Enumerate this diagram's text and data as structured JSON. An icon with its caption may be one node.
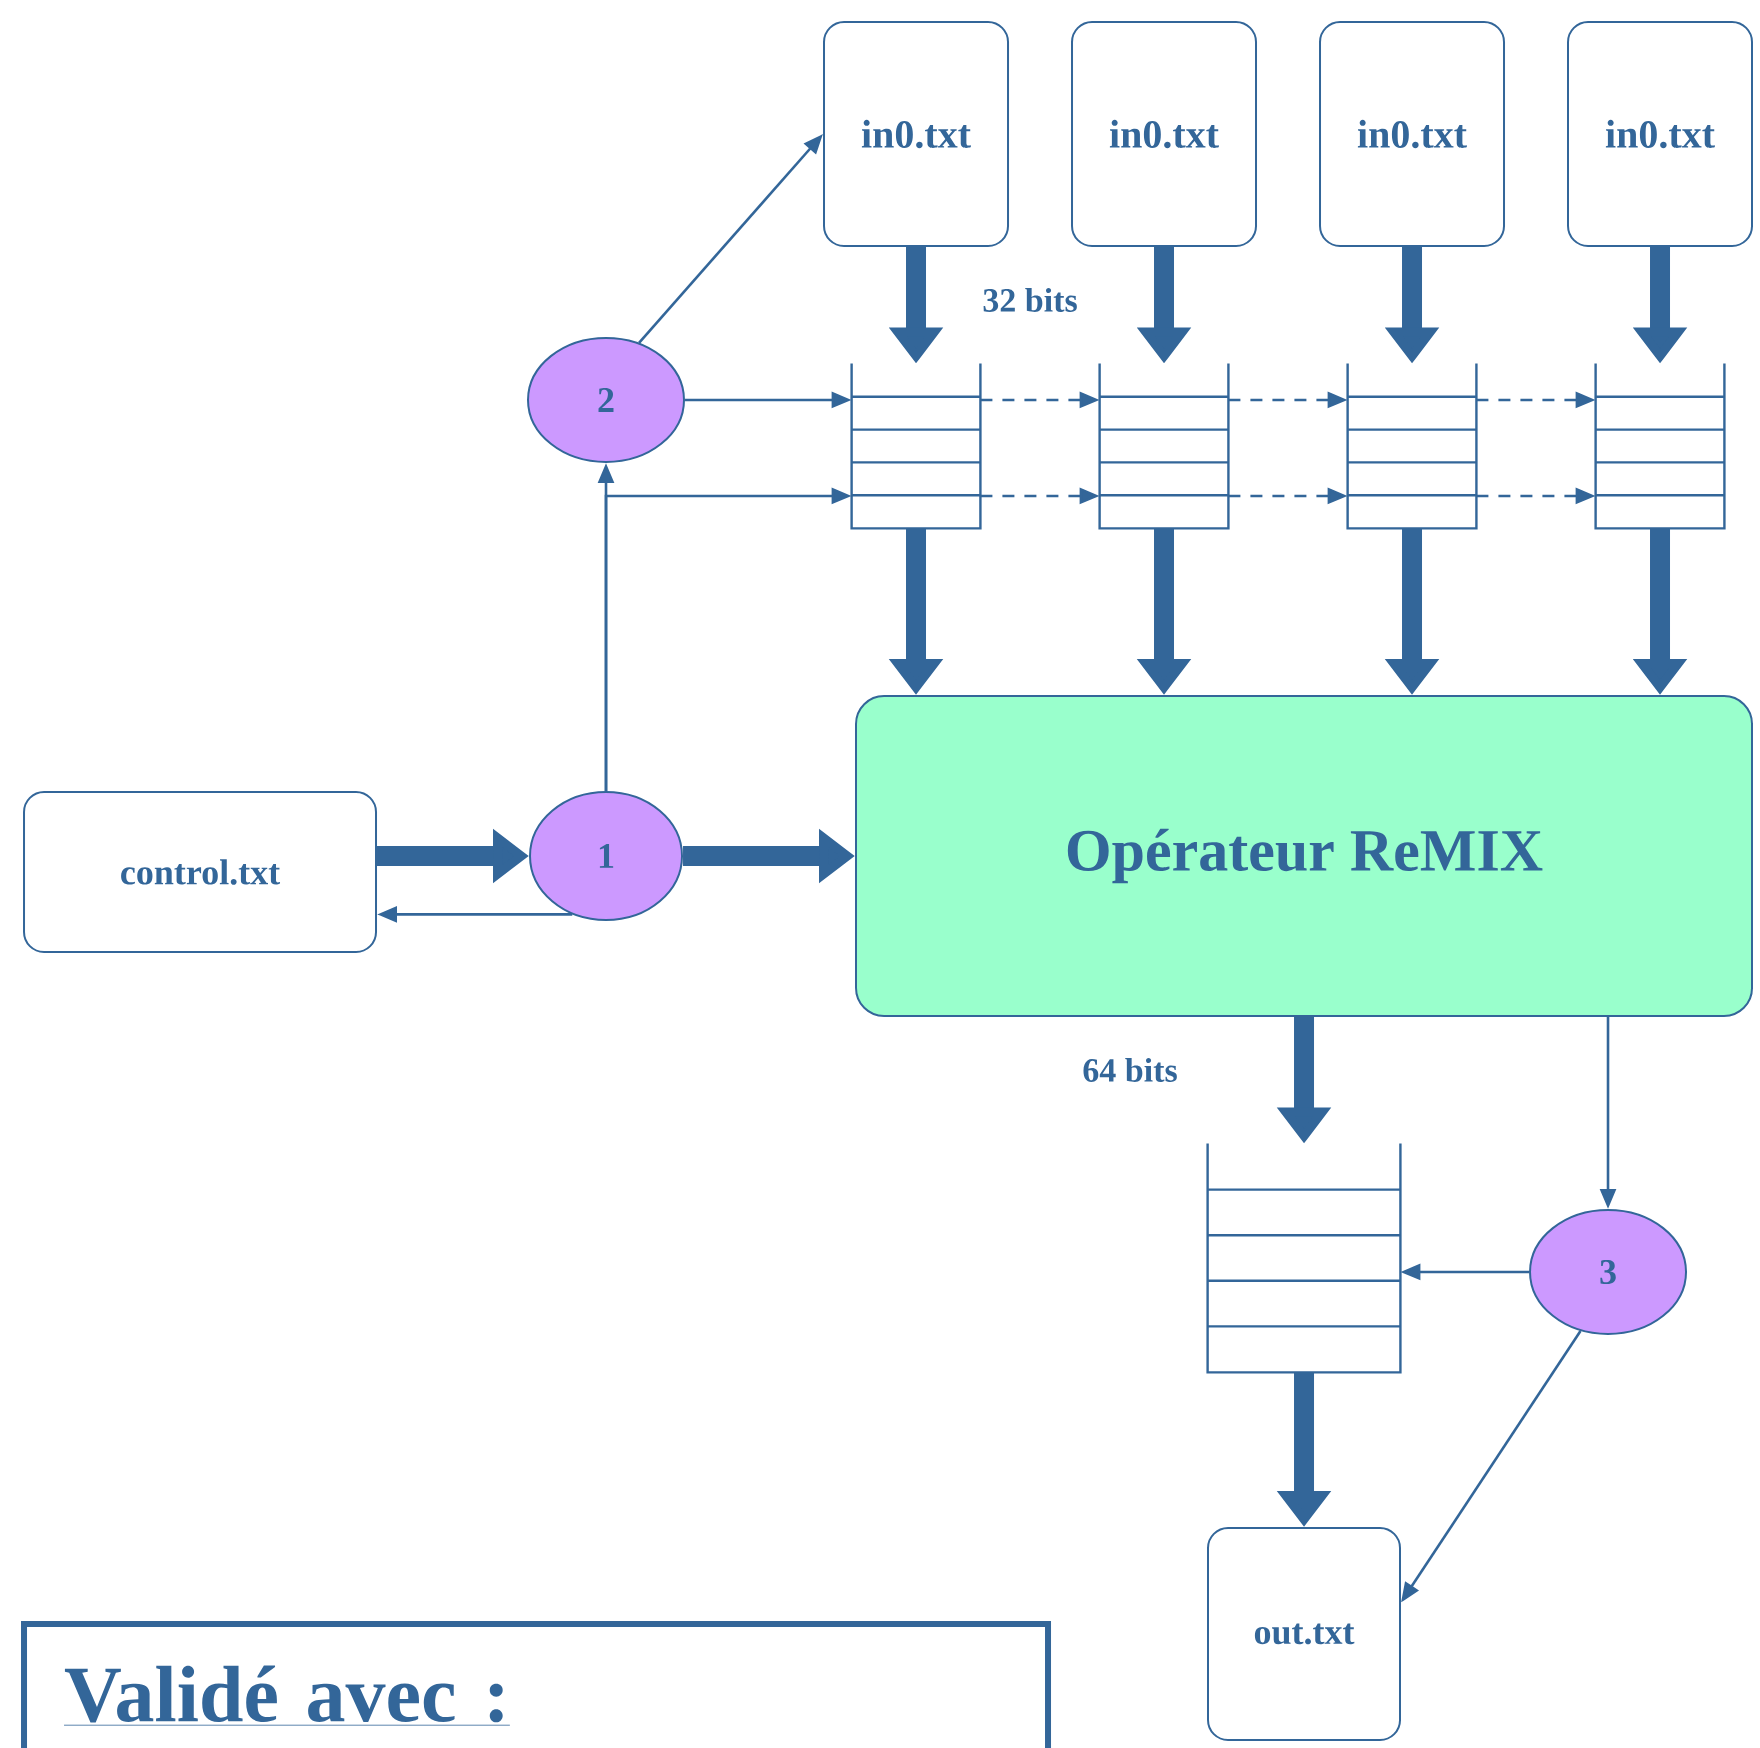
{
  "diagram": {
    "nodes": [
      {
        "text": [
          "control.txt"
        ]
      },
      {
        "text": [
          "1"
        ]
      },
      {
        "text": [
          "2"
        ]
      },
      {
        "text": [
          "in0.txt"
        ]
      },
      {
        "text": [
          "in0.txt"
        ]
      },
      {
        "text": [
          "in0.txt"
        ]
      },
      {
        "text": [
          "in0.txt"
        ]
      },
      {
        "text": [],
        "shape": "box"
      },
      {
        "text": [],
        "shape": "box"
      },
      {
        "text": [],
        "shape": "box"
      },
      {
        "text": [],
        "shape": "box"
      },
      {
        "text": [
          "Opérateur ReMIX"
        ]
      },
      {
        "text": [],
        "shape": "box"
      },
      {
        "text": [
          "3"
        ]
      },
      {
        "text": [
          "out.txt"
        ]
      },
      {
        "text": [
          "Validé avec :"
        ]
      }
    ],
    "edges": [
      {
        "from": 0,
        "to": 1,
        "arrow": "to",
        "style": "thick"
      },
      {
        "from": 1,
        "to": 0,
        "arrow": "to"
      },
      {
        "from": 1,
        "to": 11,
        "arrow": "to",
        "style": "thick"
      },
      {
        "from": 1,
        "to": 2,
        "arrow": "to"
      },
      {
        "from": 1,
        "to": 7,
        "arrow": "to"
      },
      {
        "from": 2,
        "to": 3,
        "arrow": "to"
      },
      {
        "from": 2,
        "to": 7,
        "arrow": "to"
      },
      {
        "from": 7,
        "to": 8,
        "arrow": "to",
        "style": "dashed"
      },
      {
        "from": 7,
        "to": 8,
        "arrow": "to",
        "style": "dashed"
      },
      {
        "from": 8,
        "to": 9,
        "arrow": "to",
        "style": "dashed"
      },
      {
        "from": 8,
        "to": 9,
        "arrow": "to",
        "style": "dashed"
      },
      {
        "from": 9,
        "to": 10,
        "arrow": "to",
        "style": "dashed"
      },
      {
        "from": 9,
        "to": 10,
        "arrow": "to",
        "style": "dashed"
      },
      {
        "from": 3,
        "to": 7,
        "arrow": "to",
        "style": "thick"
      },
      {
        "from": 4,
        "to": 8,
        "arrow": "to",
        "style": "thick"
      },
      {
        "from": 5,
        "to": 9,
        "arrow": "to",
        "style": "thick"
      },
      {
        "from": 6,
        "to": 10,
        "arrow": "to",
        "style": "thick"
      },
      {
        "from": 7,
        "to": 11,
        "arrow": "to",
        "style": "thick"
      },
      {
        "from": 8,
        "to": 11,
        "arrow": "to",
        "style": "thick"
      },
      {
        "from": 9,
        "to": 11,
        "arrow": "to",
        "style": "thick"
      },
      {
        "from": 10,
        "to": 11,
        "arrow": "to",
        "style": "thick"
      },
      {
        "from": 11,
        "to": 12,
        "arrow": "to",
        "style": "thick"
      },
      {
        "from": 11,
        "to": 13,
        "arrow": "to"
      },
      {
        "from": 13,
        "to": 12,
        "arrow": "to"
      },
      {
        "from": 13,
        "to": 14,
        "arrow": "to"
      },
      {
        "from": 12,
        "to": 14,
        "arrow": "to",
        "style": "thick"
      }
    ],
    "labels": [
      "32 bits",
      "64 bits"
    ]
  }
}
